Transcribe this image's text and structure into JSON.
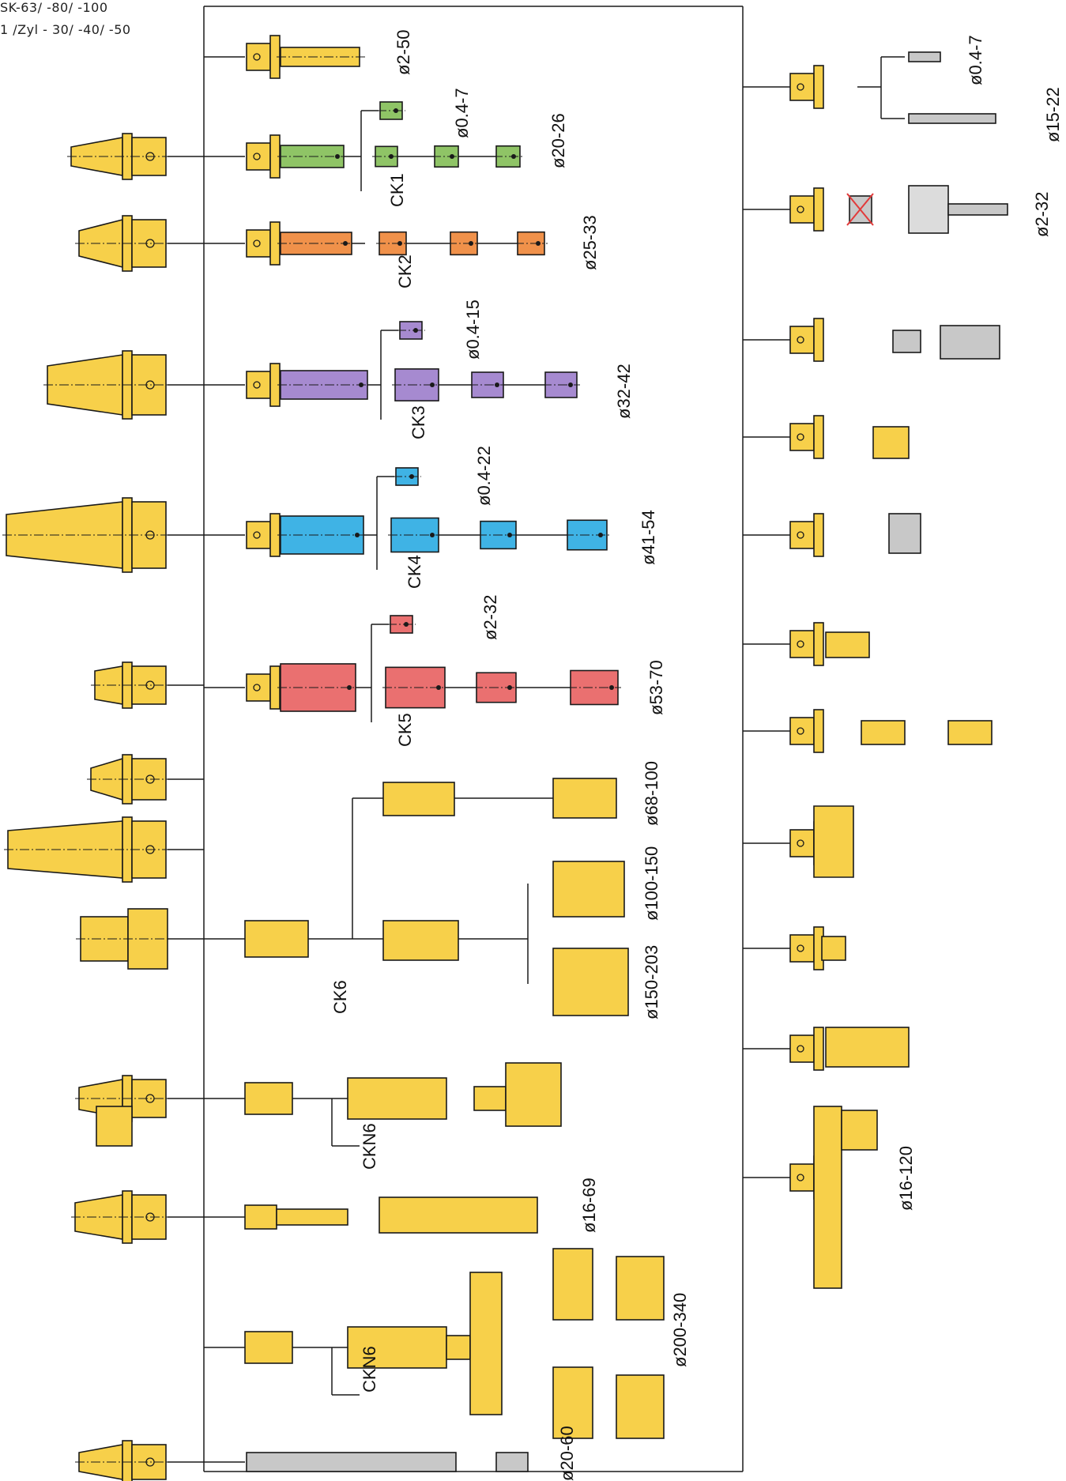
{
  "header": {
    "line1": "SK-63/ -80/ -100",
    "line2": "1 /Zyl - 30/ -40/ -50"
  },
  "colors": {
    "holder": "#f7d04a",
    "outline": "#1a1a1a",
    "ck1": "#8fc466",
    "ck2": "#f0914a",
    "ck3": "#a68ad0",
    "ck4": "#3fb3e5",
    "ck5": "#ea7070",
    "grey": "#c8c8c8",
    "stop_x": "#e23a3a"
  },
  "labels": {
    "d1": "ø2-50",
    "d2": "ø0.4-7",
    "d3": "ø20-26",
    "ck1": "CK1",
    "d4": "ø25-33",
    "ck2": "CK2",
    "d5": "ø0.4-15",
    "d6": "ø32-42",
    "ck3": "CK3",
    "d7": "ø0.4-22",
    "d8": "ø41-54",
    "ck4": "CK4",
    "d9": "ø2-32",
    "d10": "ø53-70",
    "ck5": "CK5",
    "d11": "ø68-100",
    "d12": "ø100-150",
    "d13": "ø150-203",
    "ck6": "CK6",
    "ckn6a": "CKN6",
    "d14": "ø16-69",
    "d15": "ø200-340",
    "ckn6b": "CKN6",
    "d16": "ø20-60",
    "r1": "ø0.4-7",
    "r2": "ø15-22",
    "r3": "ø2-32",
    "r4": "ø16-120"
  }
}
